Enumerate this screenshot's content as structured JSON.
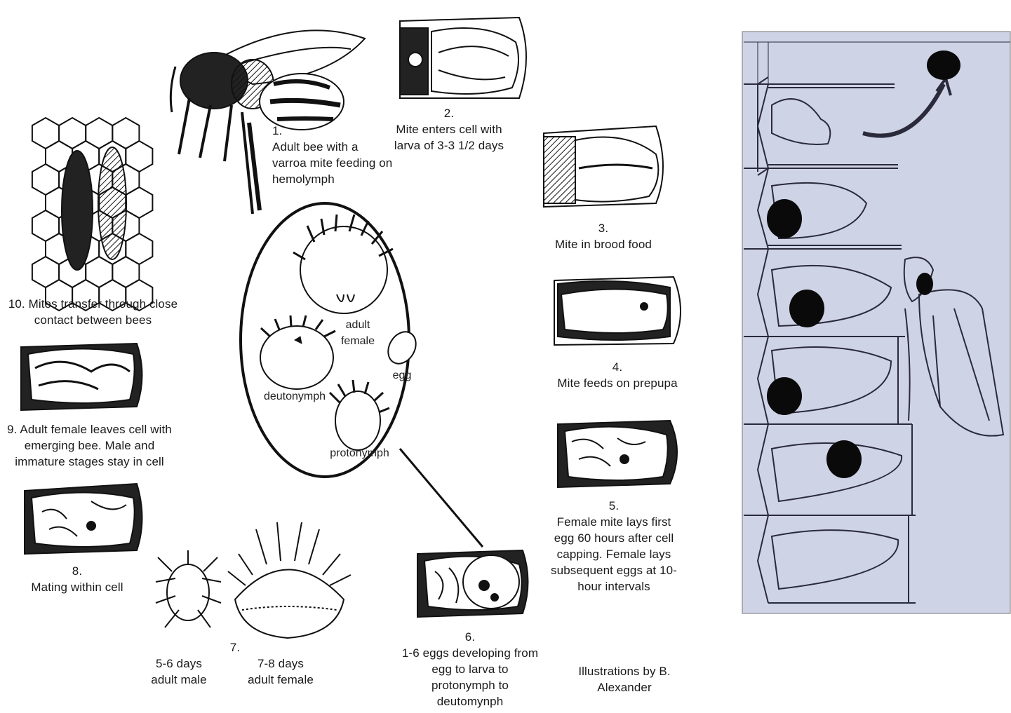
{
  "cycle_labels": {
    "step1": [
      "1.",
      "Adult bee with a",
      "varroa mite feeding on",
      "hemolymph"
    ],
    "step2": [
      "2.",
      "Mite enters cell with",
      "larva of 3-3 1/2 days"
    ],
    "step3": [
      "3.",
      "Mite in brood food"
    ],
    "step4": [
      "4.",
      "Mite feeds on prepupa"
    ],
    "step5": [
      "5.",
      "Female mite lays first",
      "egg 60 hours after cell",
      "capping. Female lays",
      "subsequent eggs at 10-",
      "hour intervals"
    ],
    "step6": [
      "6.",
      "1-6 eggs developing from",
      "egg to larva to",
      "protonymph to",
      "deutomynph"
    ],
    "step7_number": "7.",
    "step7_male": [
      "5-6 days",
      "adult male"
    ],
    "step7_female": [
      "7-8 days",
      "adult female"
    ],
    "step8": [
      "8.",
      "Mating within cell"
    ],
    "step9": [
      "9. Adult female leaves cell with",
      "emerging bee. Male and",
      "immature stages stay in cell"
    ],
    "step10": [
      "10. Mites transfer through close",
      "contact between bees"
    ],
    "credit": [
      "Illustrations by B.",
      "Alexander"
    ]
  },
  "inset_labels": {
    "adult_female": [
      "adult",
      "female"
    ],
    "egg": "egg",
    "deutonymph": "deutonymph",
    "protonymph": "protonymph"
  },
  "colors": {
    "ink": "#111111",
    "right_panel_bg": "#cfd3e6",
    "right_panel_line": "#2a2a3a"
  }
}
